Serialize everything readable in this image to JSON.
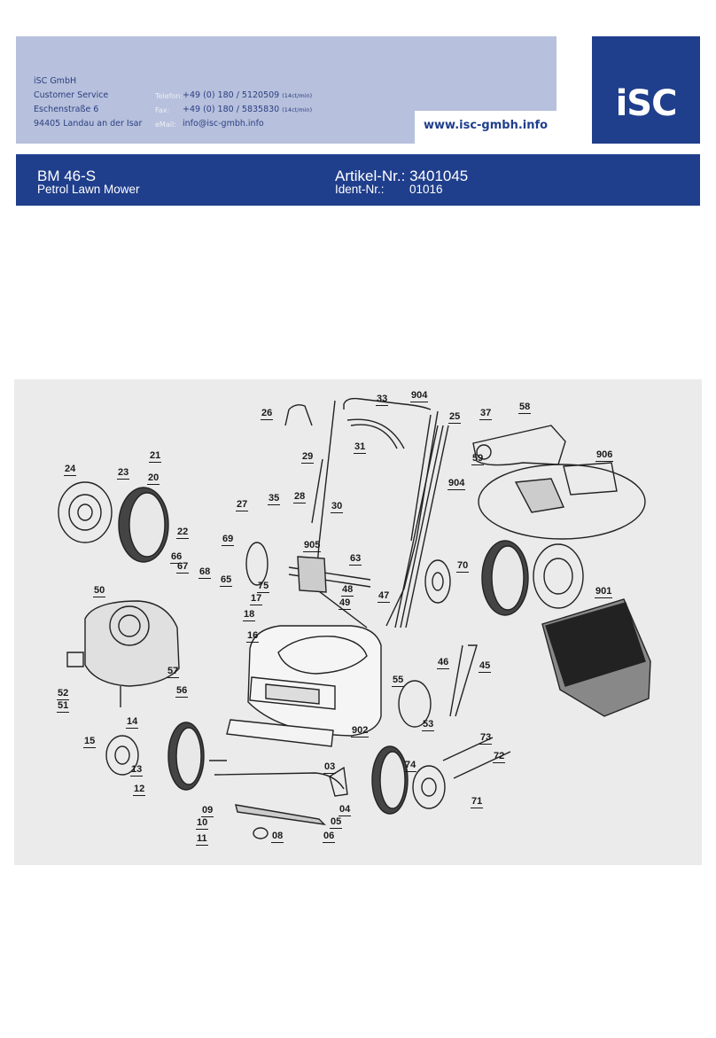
{
  "company": {
    "name": "iSC GmbH",
    "department": "Customer Service",
    "street": "Eschenstraße 6",
    "city": "94405 Landau an der Isar",
    "contacts": [
      {
        "label": "Telefon:",
        "value": "+49 (0) 180 / 5120509",
        "note": "(14ct/min)"
      },
      {
        "label": "Fax:",
        "value": "+49 (0) 180 / 5835830",
        "note": "(14ct/min)"
      },
      {
        "label": "eMail:",
        "value": "info@isc-gmbh.info",
        "note": ""
      }
    ],
    "website": "www.isc-gmbh.info",
    "logo_text": "iSC"
  },
  "product": {
    "model": "BM 46-S",
    "name": "Petrol Lawn Mower",
    "article_label": "Artikel-Nr.:",
    "article_number": "3401045",
    "ident_label": "Ident-Nr.:",
    "ident_number": "01016"
  },
  "diagram": {
    "part_callouts": [
      "33",
      "904",
      "25",
      "37",
      "58",
      "26",
      "31",
      "29",
      "59",
      "906",
      "21",
      "24",
      "23",
      "20",
      "904",
      "35",
      "28",
      "30",
      "27",
      "22",
      "69",
      "905",
      "63",
      "66",
      "67",
      "68",
      "65",
      "70",
      "75",
      "48",
      "47",
      "17",
      "49",
      "901",
      "50",
      "18",
      "16",
      "57",
      "46",
      "45",
      "55",
      "56",
      "52",
      "51",
      "14",
      "53",
      "73",
      "15",
      "902",
      "72",
      "13",
      "03",
      "74",
      "12",
      "71",
      "09",
      "04",
      "10",
      "05",
      "11",
      "08",
      "06"
    ]
  },
  "colors": {
    "band": "#b7c0dc",
    "navy": "#1f3e8c",
    "diagram_bg": "#ebebeb"
  }
}
